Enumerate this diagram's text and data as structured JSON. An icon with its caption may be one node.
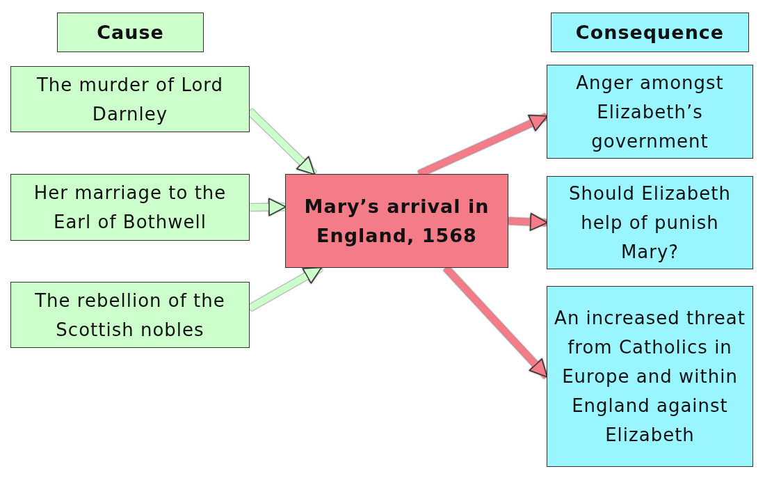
{
  "diagram": {
    "nodes": [
      {
        "text": [
          "Cause"
        ]
      },
      {
        "text": [
          "The murder of Lord Darnley"
        ]
      },
      {
        "text": [
          "Her marriage to the Earl of Bothwell"
        ]
      },
      {
        "text": [
          "The rebellion of the Scottish nobles"
        ]
      },
      {
        "text": [
          "Mary’s arrival in England, 1568"
        ]
      },
      {
        "text": [
          "Consequence"
        ]
      },
      {
        "text": [
          "Anger amongst Elizabeth’s government"
        ]
      },
      {
        "text": [
          "Should Elizabeth help of punish Mary?"
        ]
      },
      {
        "text": [
          "An increased threat from Catholics in Europe and within England against Elizabeth"
        ]
      }
    ],
    "edges": [
      {
        "from": 1,
        "to": 4,
        "arrow": "to",
        "color": "#ccffcc"
      },
      {
        "from": 2,
        "to": 4,
        "arrow": "to",
        "color": "#ccffcc"
      },
      {
        "from": 3,
        "to": 4,
        "arrow": "to",
        "color": "#ccffcc"
      },
      {
        "from": 4,
        "to": 6,
        "arrow": "to",
        "color": "#f47b88"
      },
      {
        "from": 4,
        "to": 7,
        "arrow": "to",
        "color": "#f47b88"
      },
      {
        "from": 4,
        "to": 8,
        "arrow": "to",
        "color": "#f47b88"
      }
    ]
  }
}
